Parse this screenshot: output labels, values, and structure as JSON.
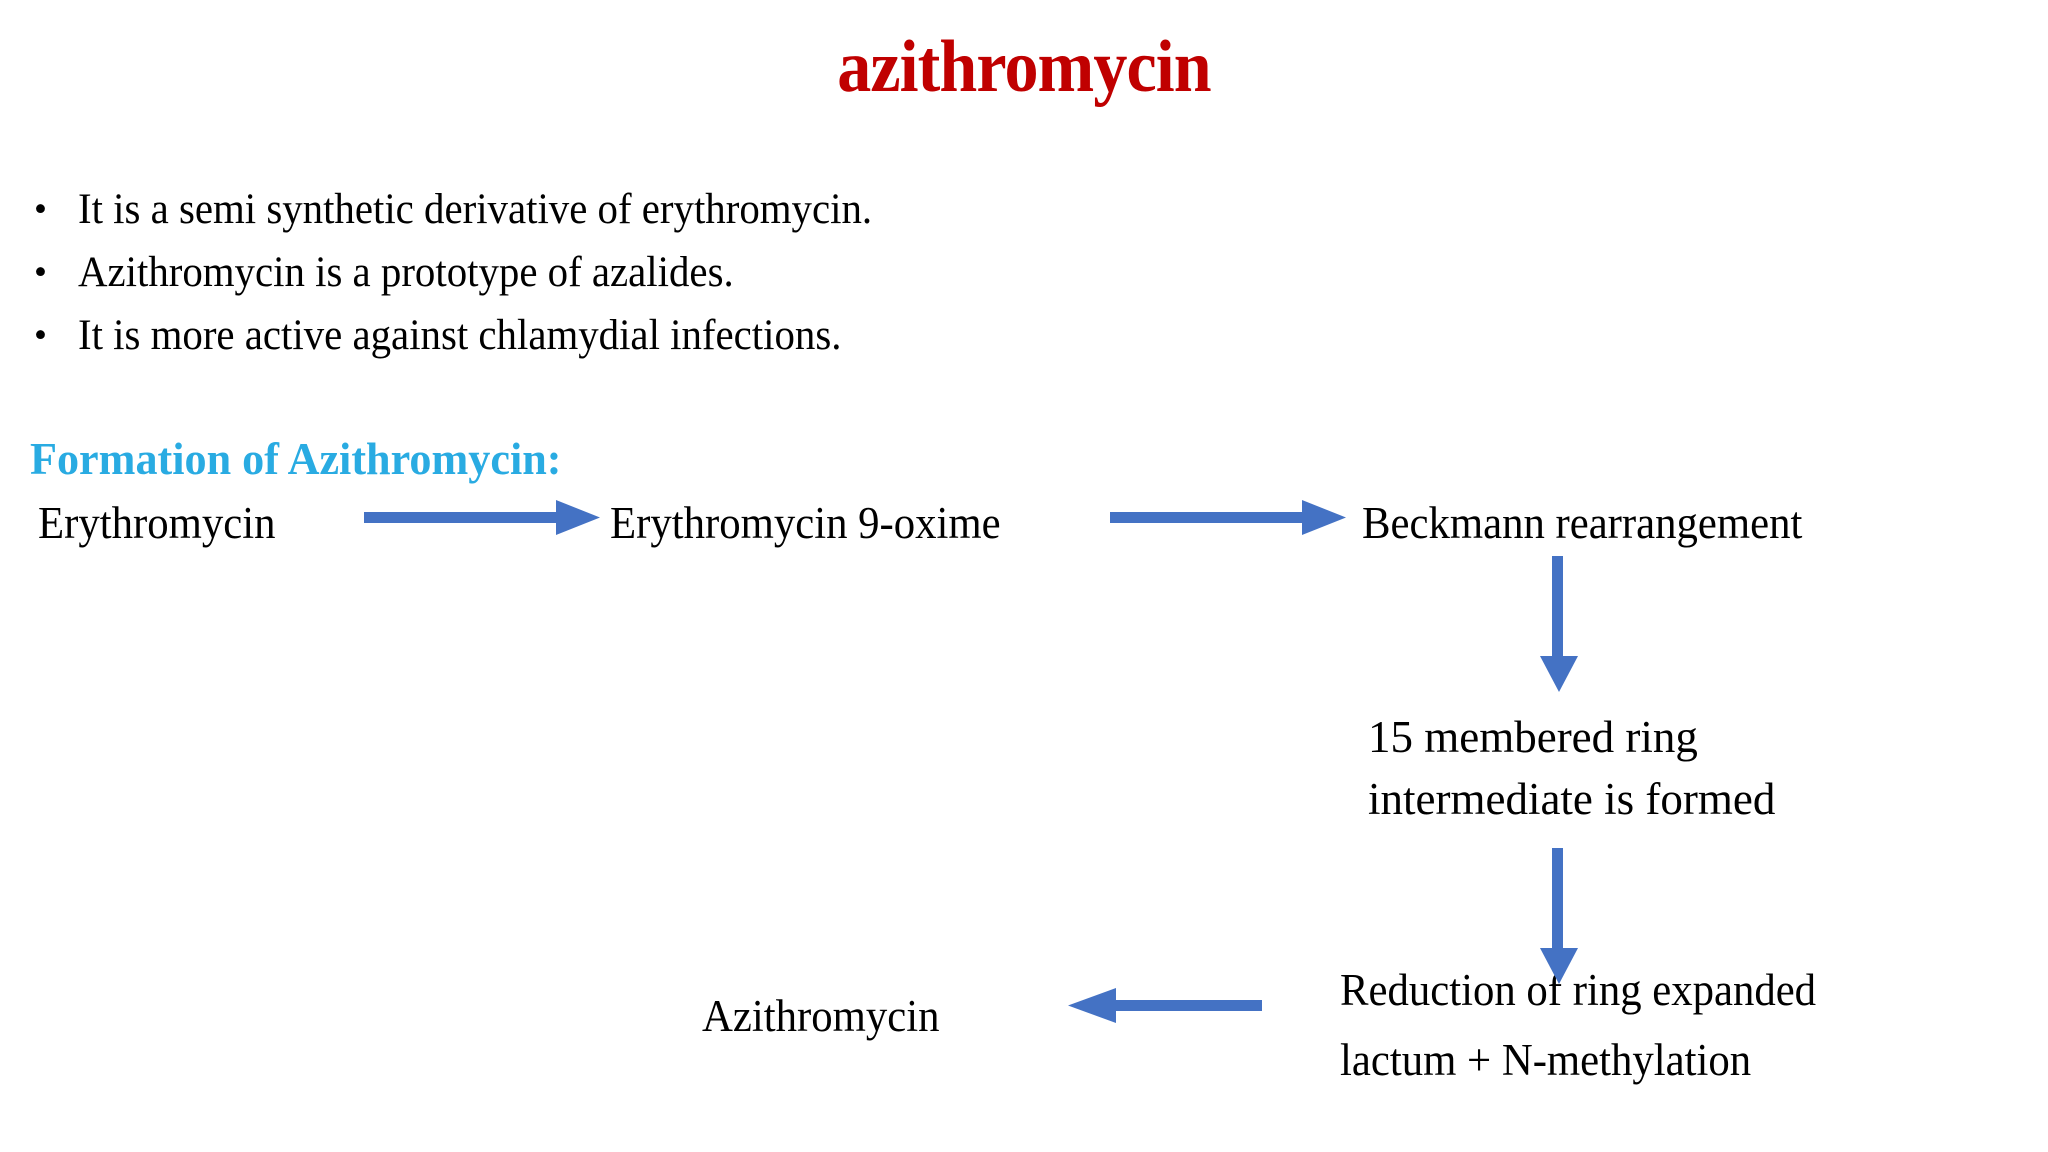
{
  "slide": {
    "title": "azithromycin",
    "title_color": "#C00000",
    "background_color": "#FFFFFF",
    "body_text_color": "#000000",
    "accent_color": "#29ABE2",
    "arrow_color": "#4472C4"
  },
  "bullets": {
    "marker": "•",
    "items": [
      {
        "text": "It is a semi synthetic derivative of erythromycin."
      },
      {
        "text": "Azithromycin is a prototype of azalides."
      },
      {
        "text": "It is more active against chlamydial infections."
      }
    ]
  },
  "section": {
    "heading": "Formation of Azithromycin:"
  },
  "flow": {
    "nodes": [
      {
        "id": "erythromycin",
        "label": "Erythromycin"
      },
      {
        "id": "oxime",
        "label": "Erythromycin 9-oxime"
      },
      {
        "id": "beckmann",
        "label": "Beckmann rearrangement"
      },
      {
        "id": "intermediate",
        "label": "15 membered ring\nintermediate is formed"
      },
      {
        "id": "reduction",
        "label": "Reduction of ring expanded\nlactum + N-methylation"
      },
      {
        "id": "azithromycin",
        "label": "Azithromycin"
      }
    ],
    "arrows": [
      {
        "id": "arrow-1",
        "from": "erythromycin",
        "to": "oxime",
        "direction": "right"
      },
      {
        "id": "arrow-2",
        "from": "oxime",
        "to": "beckmann",
        "direction": "right"
      },
      {
        "id": "arrow-3",
        "from": "beckmann",
        "to": "intermediate",
        "direction": "down"
      },
      {
        "id": "arrow-4",
        "from": "intermediate",
        "to": "reduction",
        "direction": "down"
      },
      {
        "id": "arrow-5",
        "from": "reduction",
        "to": "azithromycin",
        "direction": "left"
      }
    ]
  }
}
